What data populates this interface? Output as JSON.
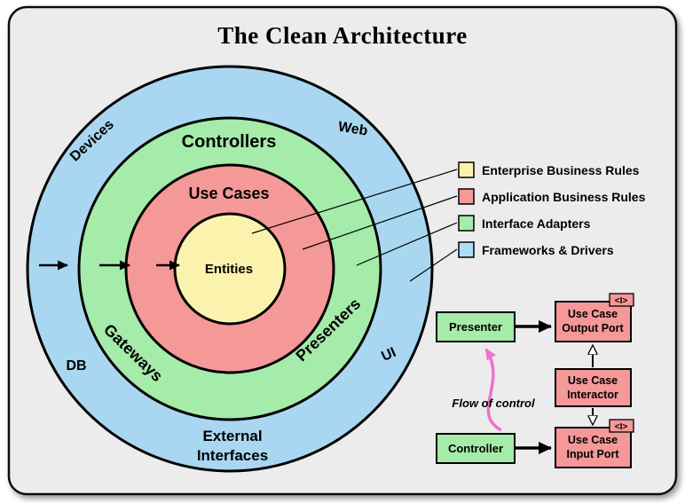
{
  "title": "The Clean Architecture",
  "colors": {
    "background": "#ececec",
    "title": "#b5691e",
    "frameworks_ring": "#a9d7f1",
    "adapters_ring": "#a5eba9",
    "use_cases_ring": "#f59898",
    "entities_circle": "#fbf3ad",
    "box_green": "#a5eba9",
    "box_pink": "#f59898",
    "flow_accent": "#ee72cd"
  },
  "rings": {
    "controllers": "Controllers",
    "use_cases": "Use Cases",
    "entities": "Entities",
    "gateways": "Gateways",
    "presenters": "Presenters"
  },
  "outer_labels": {
    "devices": "Devices",
    "web": "Web",
    "db": "DB",
    "ui": "UI",
    "external": [
      "External",
      "Interfaces"
    ]
  },
  "legend": {
    "items": [
      {
        "label": "Enterprise Business Rules",
        "color": "#fbf3ad"
      },
      {
        "label": "Application Business Rules",
        "color": "#f59898"
      },
      {
        "label": "Interface Adapters",
        "color": "#a5eba9"
      },
      {
        "label": "Frameworks & Drivers",
        "color": "#aadef5"
      }
    ]
  },
  "flow": {
    "presenter": "Presenter",
    "controller": "Controller",
    "output_port": [
      "Use Case",
      "Output Port"
    ],
    "interactor": [
      "Use Case",
      "Interactor"
    ],
    "input_port": [
      "Use Case",
      "Input Port"
    ],
    "label": "Flow of control",
    "interface_marker": "<I>"
  }
}
